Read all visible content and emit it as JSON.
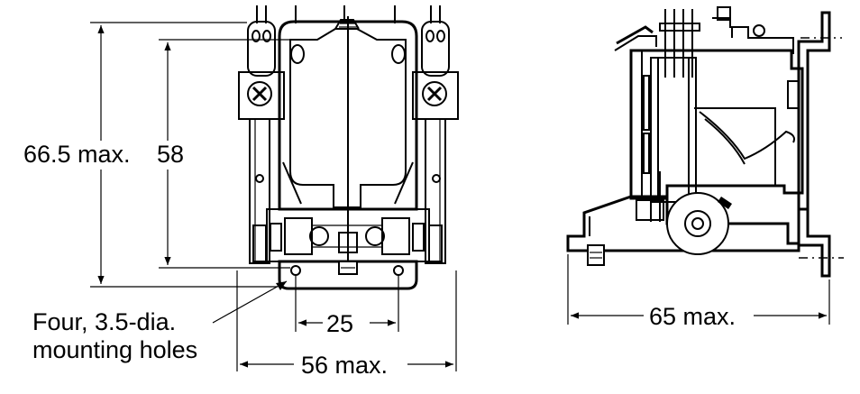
{
  "front_view": {
    "overall_height_label": "66.5 max.",
    "mounting_pitch_height_label": "58",
    "mounting_pitch_width_label": "25",
    "overall_width_label": "56 max.",
    "hole_note_line1": "Four, 3.5-dia.",
    "hole_note_line2": "mounting holes"
  },
  "side_view": {
    "overall_depth_label": "65 max."
  }
}
